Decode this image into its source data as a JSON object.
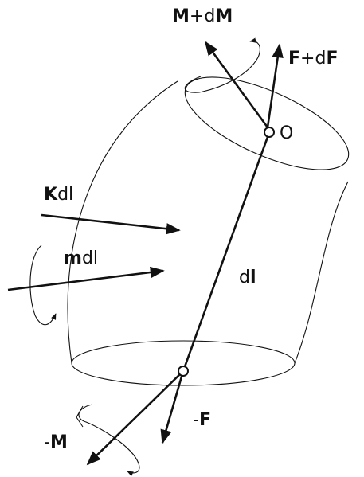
{
  "labels": {
    "m_dm": {
      "main": "M",
      "sep": "+d",
      "sub": "M"
    },
    "f_df": {
      "main": "F",
      "sep": "+d",
      "sub": "F"
    },
    "point_o": "O",
    "k_dl": {
      "bold": "K",
      "rest": "dl"
    },
    "m_dl": {
      "bold": "m",
      "rest": "dl"
    },
    "d_l": {
      "rest": "d",
      "bold": "l"
    },
    "neg_f": {
      "sign": "-",
      "bold": "F"
    },
    "neg_m": {
      "sign": "-",
      "bold": "M"
    }
  },
  "colors": {
    "ink": "#111111",
    "background": "#ffffff"
  }
}
